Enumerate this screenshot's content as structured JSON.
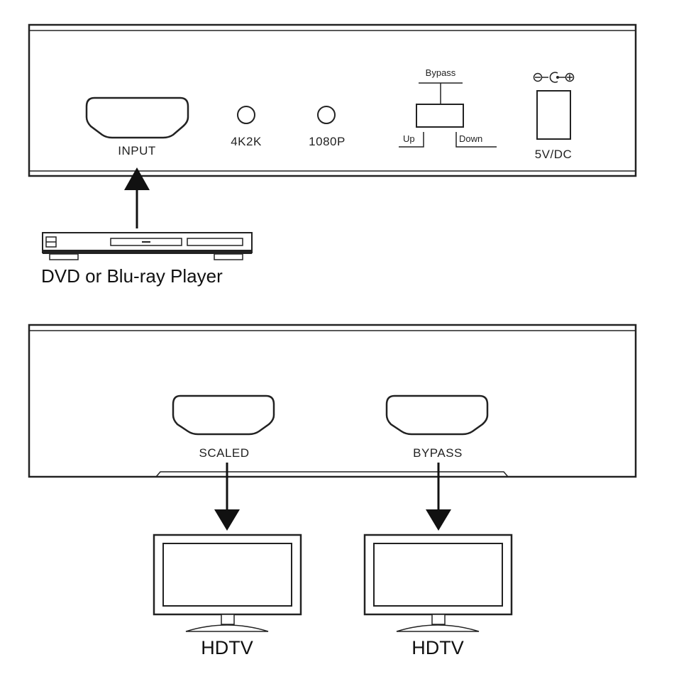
{
  "front_panel": {
    "input_label": "INPUT",
    "led_4k_label": "4K2K",
    "led_1080_label": "1080P",
    "switch_title": "Bypass",
    "switch_up_label": "Up",
    "switch_down_label": "Down",
    "power_label": "5V/DC",
    "power_icon": "dc-polarity-icon"
  },
  "source_device": {
    "label": "DVD or Blu-ray Player",
    "icon": "dvd-player-icon"
  },
  "rear_panel": {
    "scaled_label": "SCALED",
    "bypass_label": "BYPASS"
  },
  "displays": [
    {
      "label": "HDTV",
      "icon": "tv-icon"
    },
    {
      "label": "HDTV",
      "icon": "tv-icon"
    }
  ],
  "colors": {
    "line": "#222222",
    "background": "#ffffff"
  }
}
